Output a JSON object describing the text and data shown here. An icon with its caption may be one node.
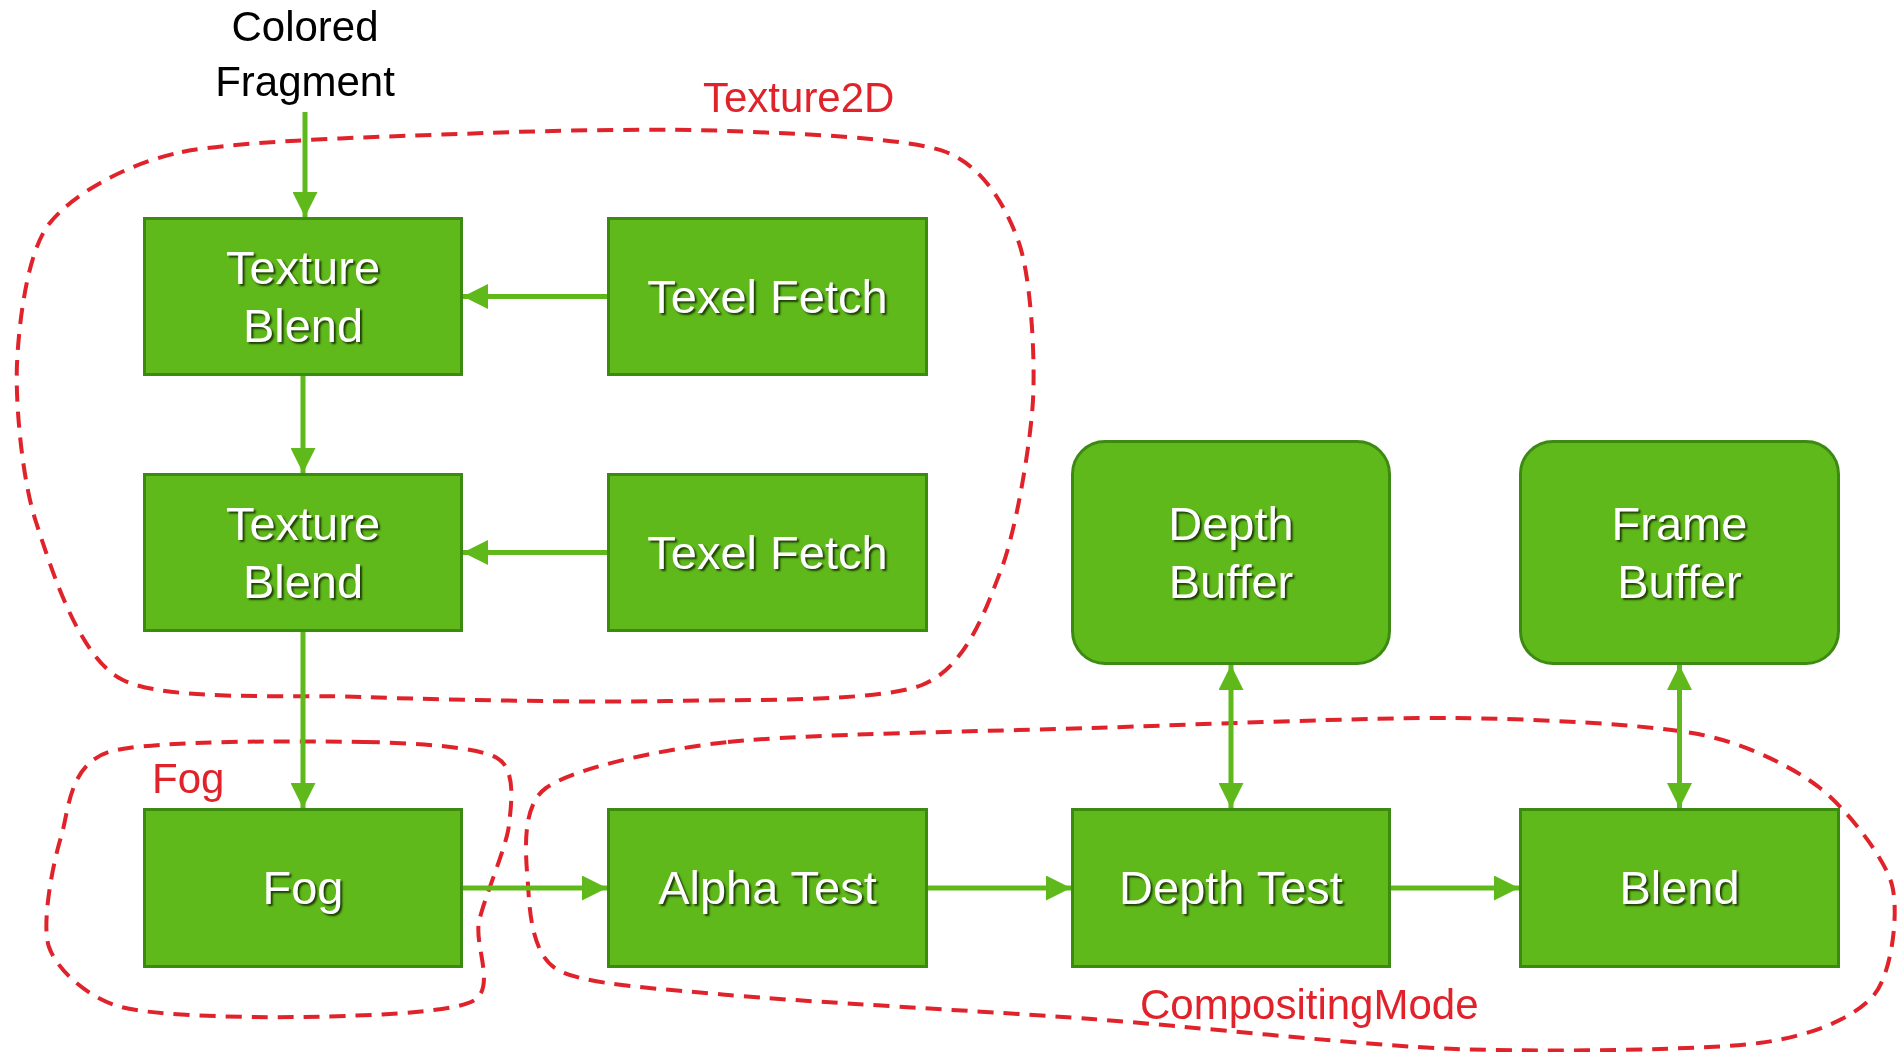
{
  "diagram": {
    "nodes": [
      {
        "text": [
          "Colored Fragment"
        ]
      },
      {
        "text": [
          "Texture2D"
        ]
      },
      {
        "text": [
          "Texture Blend"
        ],
        "in": 1
      },
      {
        "text": [
          "Texel Fetch"
        ],
        "in": 1
      },
      {
        "text": [
          "Texture Blend"
        ],
        "in": 1
      },
      {
        "text": [
          "Texel Fetch"
        ],
        "in": 1
      },
      {
        "text": [
          "Depth Buffer"
        ]
      },
      {
        "text": [
          "Frame Buffer"
        ]
      },
      {
        "text": [
          "Fog"
        ]
      },
      {
        "text": [
          "Fog"
        ],
        "in": 8
      },
      {
        "text": [
          "CompositingMode"
        ]
      },
      {
        "text": [
          "Alpha Test"
        ],
        "in": 10
      },
      {
        "text": [
          "Depth Test"
        ],
        "in": 10
      },
      {
        "text": [
          "Blend"
        ],
        "in": 10
      }
    ],
    "edges": [
      {
        "from": 0,
        "to": 2,
        "arrow": "to"
      },
      {
        "from": 3,
        "to": 2,
        "arrow": "to"
      },
      {
        "from": 2,
        "to": 4,
        "arrow": "to"
      },
      {
        "from": 5,
        "to": 4,
        "arrow": "to"
      },
      {
        "from": 4,
        "to": 9,
        "arrow": "to"
      },
      {
        "from": 9,
        "to": 11,
        "arrow": "to"
      },
      {
        "from": 11,
        "to": 12,
        "arrow": "to"
      },
      {
        "from": 12,
        "to": 13,
        "arrow": "to"
      },
      {
        "from": 12,
        "to": 6,
        "arrow": "both"
      },
      {
        "from": 13,
        "to": 7,
        "arrow": "both"
      }
    ]
  }
}
